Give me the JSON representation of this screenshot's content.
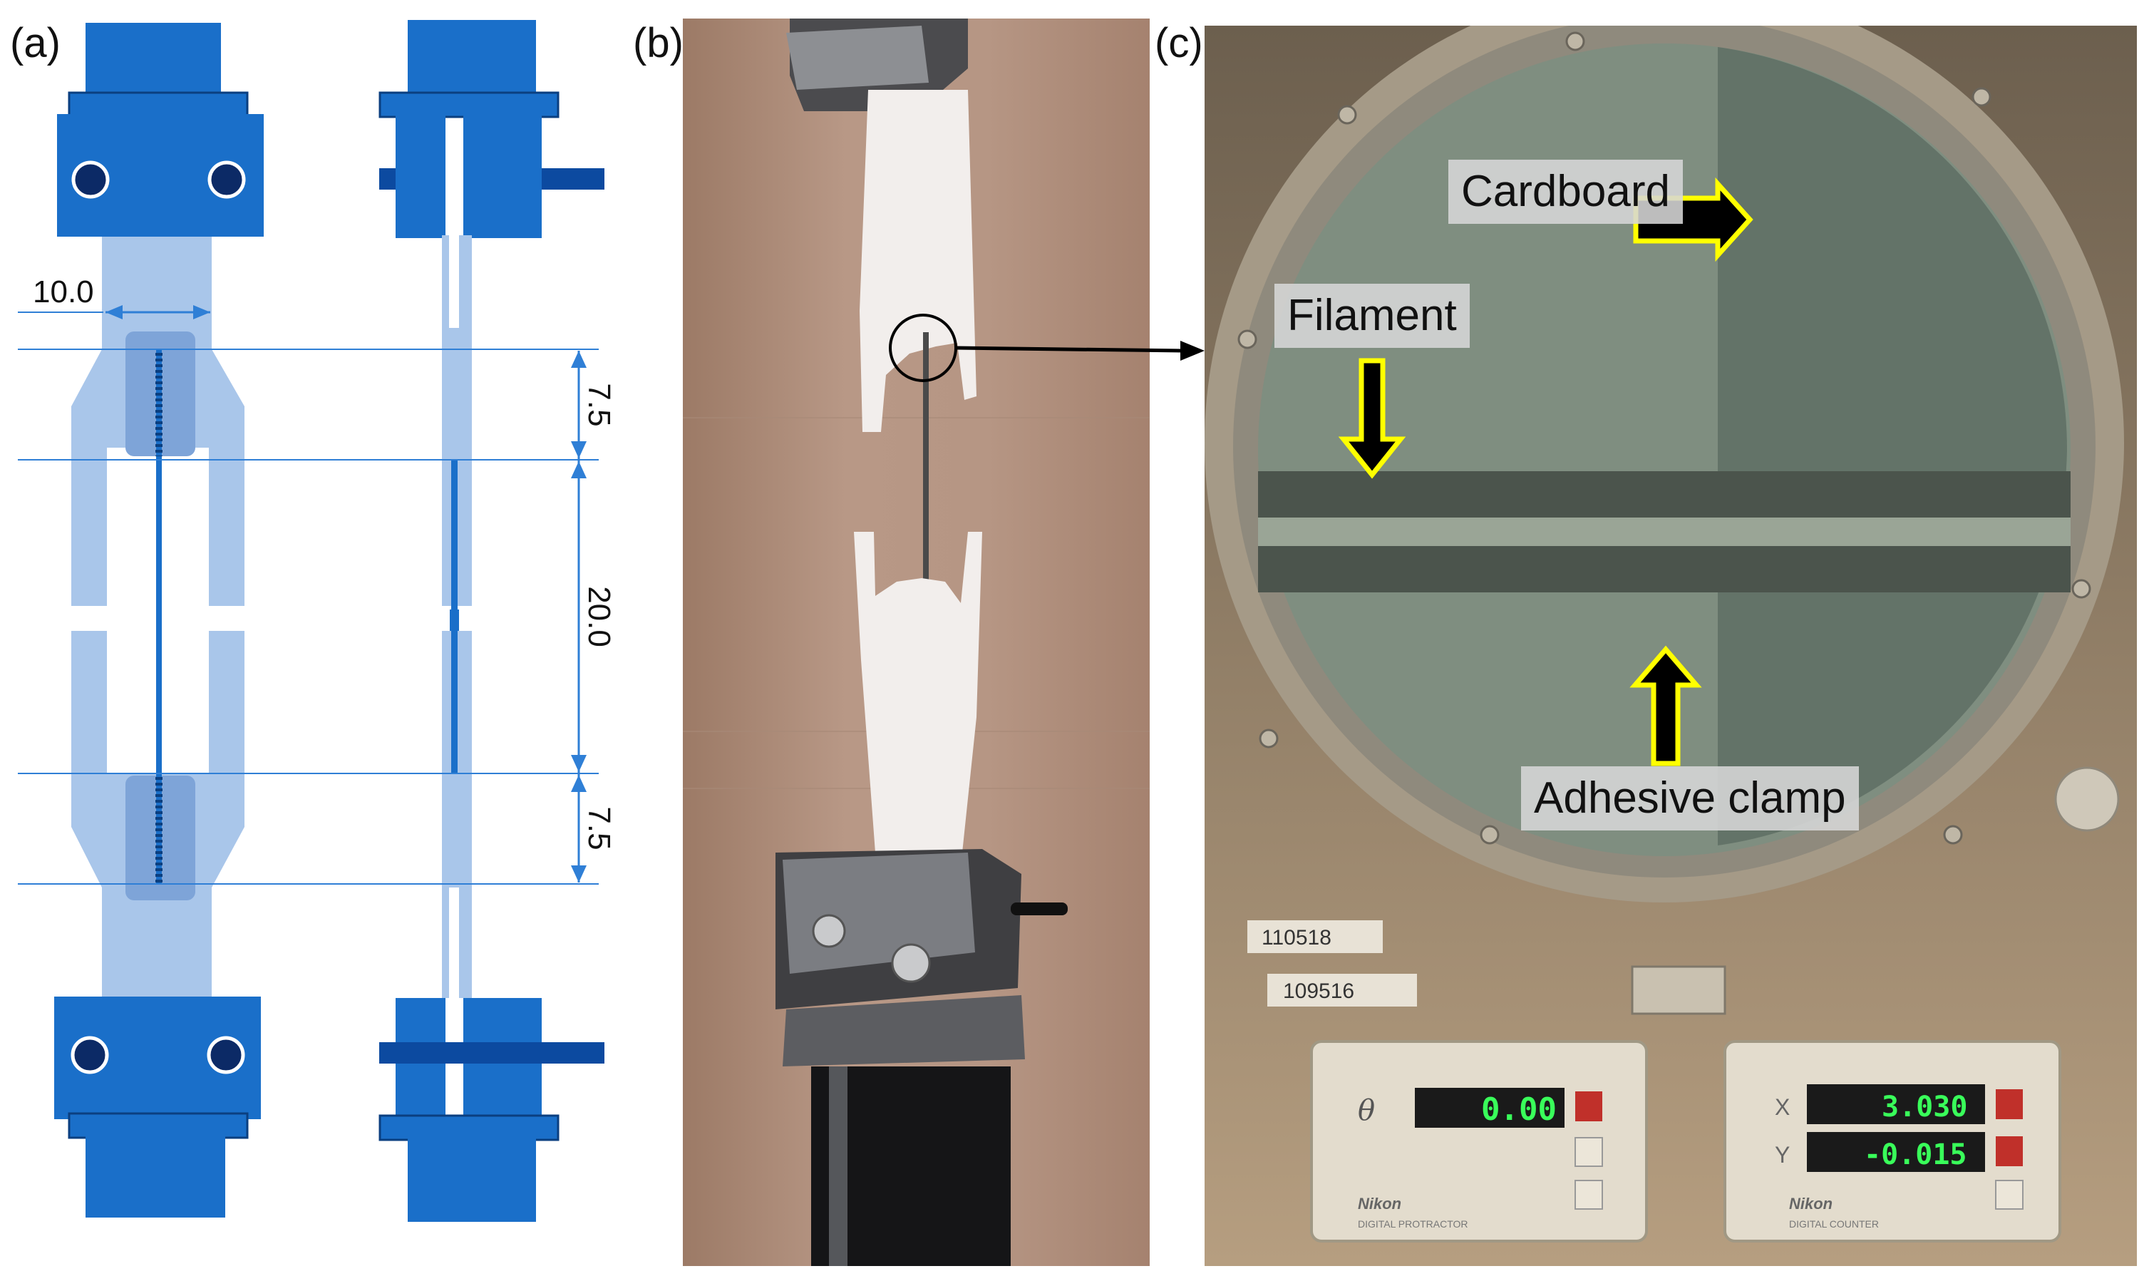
{
  "panels": {
    "a": {
      "label": "(a)"
    },
    "b": {
      "label": "(b)"
    },
    "c": {
      "label": "(c)"
    }
  },
  "dimensions": {
    "width": "10.0",
    "upper_grip": "7.5",
    "gauge": "20.0",
    "lower_grip": "7.5"
  },
  "callouts": {
    "cardboard": "Cardboard",
    "filament": "Filament",
    "adhesive_clamp": "Adhesive clamp"
  },
  "instrument": {
    "sticker_1": "110518",
    "sticker_2": "109516",
    "theta_symbol": "θ",
    "theta_readout": "0.00",
    "x_label": "X",
    "x_readout": "3.030",
    "y_label": "Y",
    "y_readout": "-0.015",
    "left_brand": "Nikon",
    "left_model": "DIGITAL PROTRACTOR",
    "right_brand": "Nikon",
    "right_model": "DIGITAL COUNTER"
  },
  "colors": {
    "grip_blue": "#1a6fc9",
    "cardboard_light": "#a9c6ea",
    "filament_blue": "#1a6fc9",
    "dimension_line": "#2f7fd6",
    "arrow_fill": "#000000",
    "arrow_outline": "#ffff00",
    "lcd_green": "#39ff5a"
  }
}
